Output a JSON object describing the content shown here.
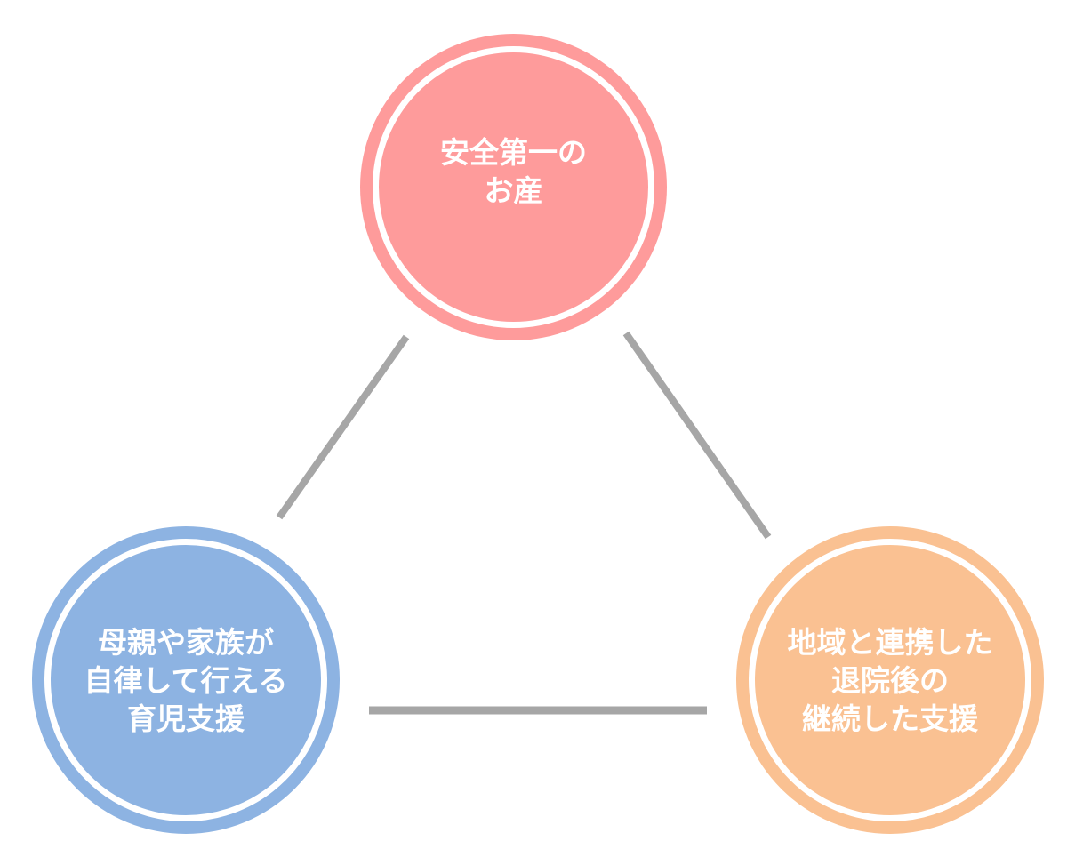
{
  "diagram": {
    "nodes": [
      {
        "id": "top",
        "color": "#fe9b9b",
        "lines": [
          "安全第一の",
          "お産"
        ]
      },
      {
        "id": "left",
        "color": "#8db3e2",
        "lines": [
          "母親や家族が",
          "自律して行える",
          "育児支援"
        ]
      },
      {
        "id": "right",
        "color": "#fac192",
        "lines": [
          "地域と連携した",
          "退院後の",
          "継続した支援"
        ]
      }
    ],
    "connector_color": "#a6a6a6"
  }
}
